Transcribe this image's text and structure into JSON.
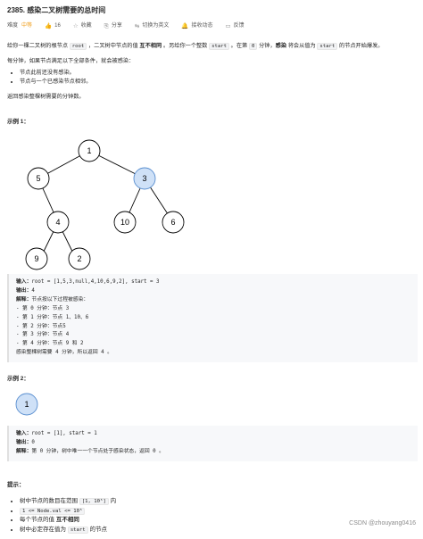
{
  "title": "2385. 感染二叉树需要的总时间",
  "meta": {
    "difficulty_label": "难度",
    "difficulty": "中等",
    "likes": "16",
    "favorite": "收藏",
    "share": "分享",
    "switch_lang": "切换为英文",
    "notify": "接收动态",
    "feedback": "反馈",
    "difficulty_color": "#f0a020"
  },
  "desc": {
    "p1_a": "给你一棵二叉树的根节点 ",
    "p1_code1": "root",
    "p1_b": " ，二叉树中节点的值 ",
    "p1_bold": "互不相同",
    "p1_c": " 。另给你一个整数 ",
    "p1_code2": "start",
    "p1_d": " 。在第 ",
    "p1_code3": "0",
    "p1_e": " 分钟，",
    "p1_bold2": "感染",
    "p1_f": " 将会从值为 ",
    "p1_code4": "start",
    "p1_g": " 的节点开始爆发。",
    "p2": "每分钟，如果节点满足以下全部条件，就会被感染：",
    "bullet1": "节点此前还没有感染。",
    "bullet2": "节点与一个已感染节点相邻。",
    "p3": "返回感染整棵树需要的分钟数。"
  },
  "example1": {
    "title": "示例 1：",
    "nodes": [
      "1",
      "5",
      "3",
      "4",
      "10",
      "6",
      "9",
      "2"
    ],
    "highlight_color": "#cfe1f7",
    "lines": [
      {
        "label": "输入：",
        "text": "root = [1,5,3,null,4,10,6,9,2], start = 3"
      },
      {
        "label": "输出：",
        "text": "4"
      },
      {
        "label": "解释：",
        "text": "节点按以下过程被感染："
      },
      {
        "label": "",
        "text": "- 第 0 分钟：节点 3"
      },
      {
        "label": "",
        "text": "- 第 1 分钟：节点 1、10、6"
      },
      {
        "label": "",
        "text": "- 第 2 分钟：节点5"
      },
      {
        "label": "",
        "text": "- 第 3 分钟：节点 4"
      },
      {
        "label": "",
        "text": "- 第 4 分钟：节点 9 和 2"
      },
      {
        "label": "",
        "text": "感染整棵树需要 4 分钟，所以返回 4 。"
      }
    ]
  },
  "example2": {
    "title": "示例 2：",
    "node": "1",
    "lines": [
      {
        "label": "输入：",
        "text": "root = [1], start = 1"
      },
      {
        "label": "输出：",
        "text": "0"
      },
      {
        "label": "解释：",
        "text": "第 0 分钟，树中唯一一个节点处于感染状态，返回 0 。"
      }
    ]
  },
  "hints": {
    "title": "提示：",
    "h1_a": "树中节点的数目在范围 ",
    "h1_code": "[1, 10⁵]",
    "h1_b": " 内",
    "h2_code": "1 <= Node.val <= 10⁵",
    "h3_a": "每个节点的值 ",
    "h3_bold": "互不相同",
    "h4_a": "树中必定存在值为 ",
    "h4_code": "start",
    "h4_b": " 的节点"
  },
  "watermark": "CSDN @zhouyang0416"
}
